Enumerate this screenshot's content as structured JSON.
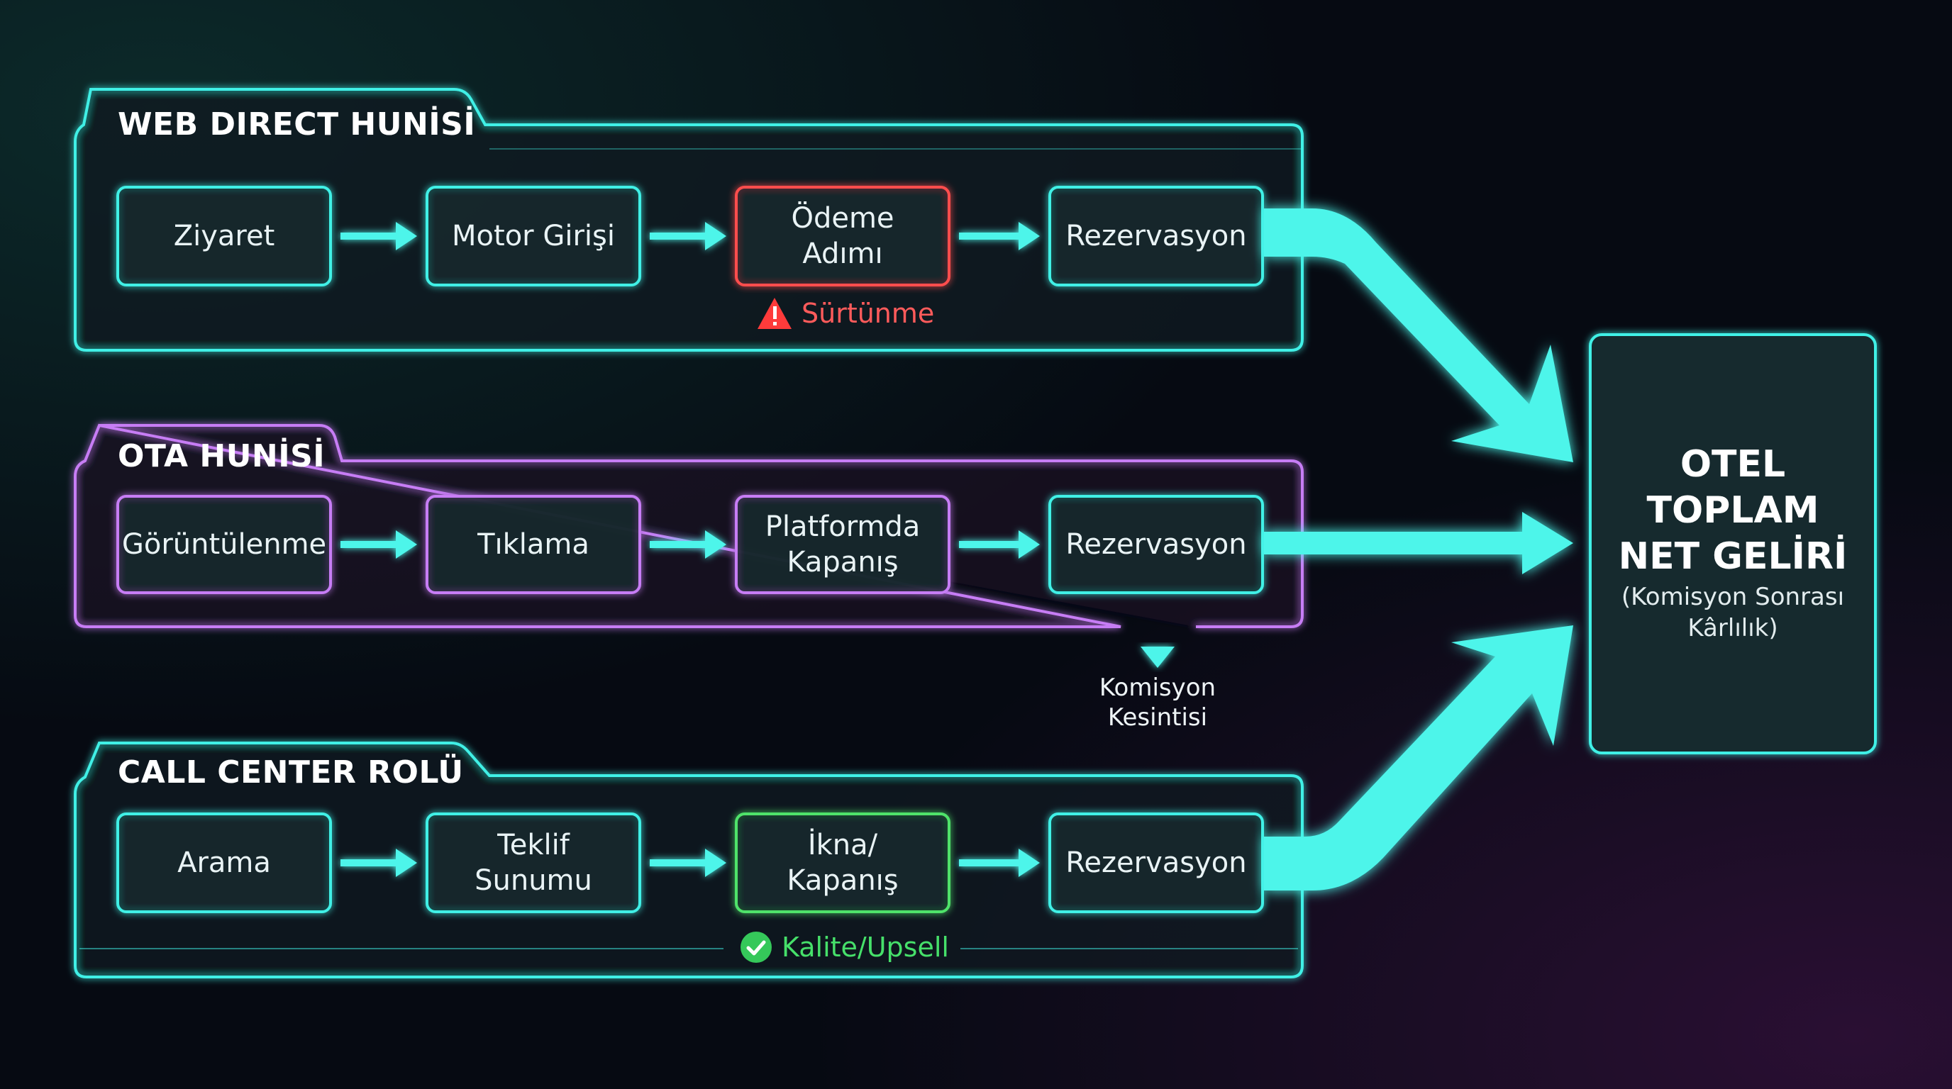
{
  "colors": {
    "teal": "#3ff0e6",
    "purple": "#c77df5",
    "red": "#ff4d4d",
    "green": "#4fe36b",
    "arrow": "#4df5ea",
    "box_fill": "#14262b"
  },
  "funnels": [
    {
      "title": "WEB DIRECT HUNİSİ",
      "steps": [
        "Ziyaret",
        "Motor Girişi",
        "Ödeme\nAdımı",
        "Rezervasyon"
      ],
      "note": {
        "icon": "warning-triangle-icon",
        "text": "Sürtünme"
      }
    },
    {
      "title": "OTA HUNİSİ",
      "steps": [
        "Görüntülenme",
        "Tıklama",
        "Platformda\nKapanış",
        "Rezervasyon"
      ],
      "note": {
        "text": "Komisyon\nKesintisi"
      }
    },
    {
      "title": "CALL CENTER ROLÜ",
      "steps": [
        "Arama",
        "Teklif\nSunumu",
        "İkna/\nKapanış",
        "Rezervasyon"
      ],
      "note": {
        "icon": "check-circle-icon",
        "text": "Kalite/Upsell"
      }
    }
  ],
  "result": {
    "title": "OTEL\nTOPLAM\nNET GELİRİ",
    "subtitle": "(Komisyon Sonrası\nKârlılık)"
  }
}
